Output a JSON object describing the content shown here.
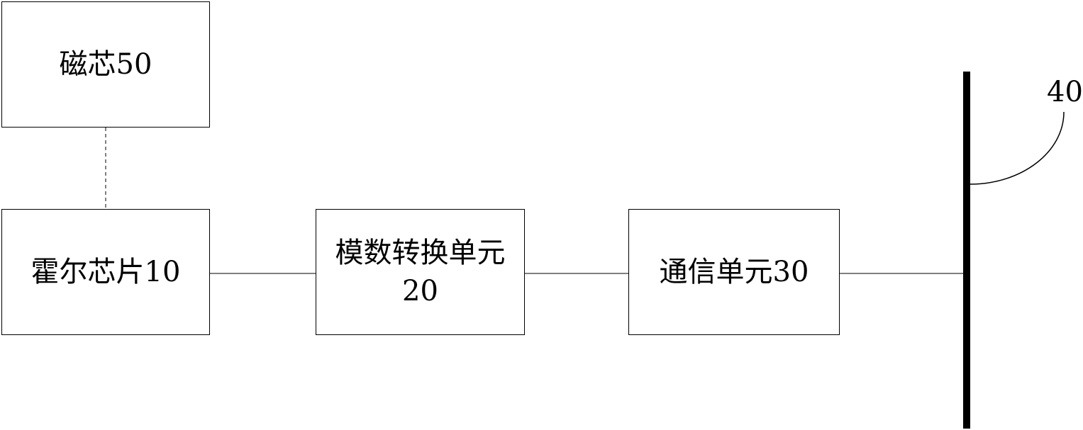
{
  "blocks": {
    "magnetic_core": {
      "label": "磁芯50"
    },
    "hall_chip": {
      "label": "霍尔芯片10"
    },
    "adc_unit": {
      "label": "模数转换单元20"
    },
    "comm_unit": {
      "label": "通信单元30"
    }
  },
  "bus": {
    "label": "40"
  },
  "colors": {
    "line": "#000000",
    "background": "#ffffff"
  }
}
